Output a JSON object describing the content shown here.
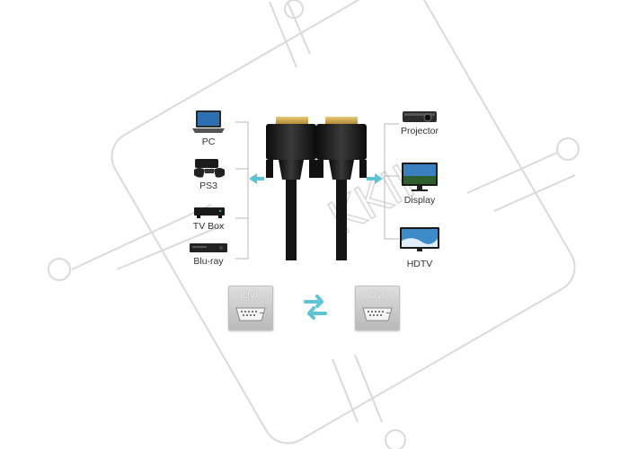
{
  "watermark": {
    "text": "KKII"
  },
  "sources": [
    {
      "label": "PC",
      "icon": "laptop-icon"
    },
    {
      "label": "PS3",
      "icon": "game-console-icon"
    },
    {
      "label": "TV Box",
      "icon": "tv-box-icon"
    },
    {
      "label": "Blu-ray",
      "icon": "bluray-player-icon"
    }
  ],
  "outputs": [
    {
      "label": "Projector",
      "icon": "projector-icon"
    },
    {
      "label": "Display",
      "icon": "display-icon"
    },
    {
      "label": "HDTV",
      "icon": "hdtv-icon"
    }
  ],
  "connectors": {
    "left": "DVI",
    "right": "DVI"
  },
  "colors": {
    "accent": "#5fc3d6",
    "cable": "#1a1a1a",
    "pins": "#caa24a",
    "watermark": "#d9d9d9"
  }
}
